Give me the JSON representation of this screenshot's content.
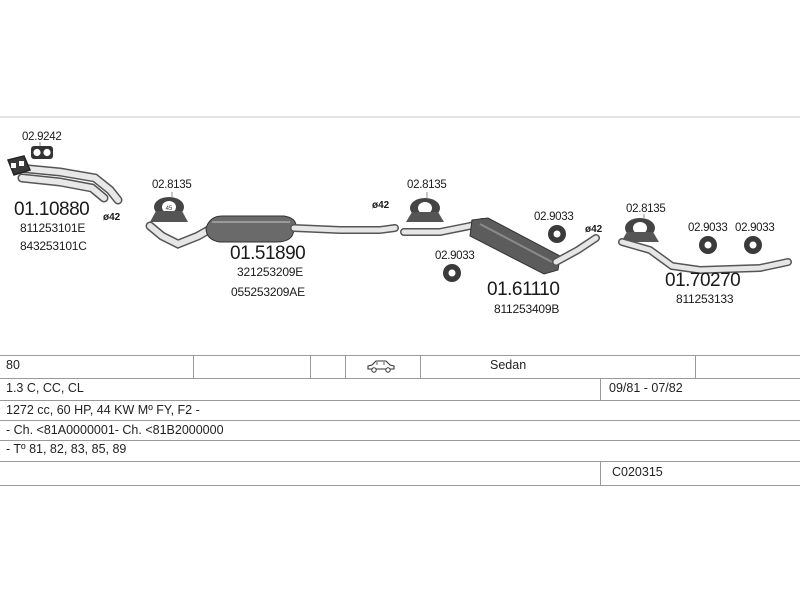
{
  "diagram": {
    "parts": [
      {
        "number": "01.10880",
        "oem": [
          "811253101E",
          "843253101C"
        ]
      },
      {
        "number": "01.51890",
        "oem": [
          "321253209E",
          "055253209AE"
        ]
      },
      {
        "number": "01.61110",
        "oem": [
          "811253409B"
        ]
      },
      {
        "number": "01.70270",
        "oem": [
          "811253133"
        ]
      }
    ],
    "accessories": {
      "clamp_a": "02.9242",
      "hanger_1": "02.8135",
      "hanger_2": "02.8135",
      "hanger_3": "02.8135",
      "ring_1": "02.9033",
      "ring_2": "02.9033",
      "ring_3": "02.9033",
      "ring_4": "02.9033"
    },
    "diameters": [
      "ø42",
      "ø42",
      "ø42"
    ]
  },
  "table": {
    "model": "80",
    "body_type": "Sedan",
    "variants": "1.3 C, CC, CL",
    "years": "09/81 - 07/82",
    "engine": "1272 cc, 60 HP, 44 KW Mº FY, F2 -",
    "chassis": "- Ch. <81A0000001- Ch. <81B2000000",
    "tuv": "- Tº 81, 82, 83, 85, 89",
    "code": "C020315"
  },
  "icons": {
    "car": "sedan-car-icon"
  }
}
